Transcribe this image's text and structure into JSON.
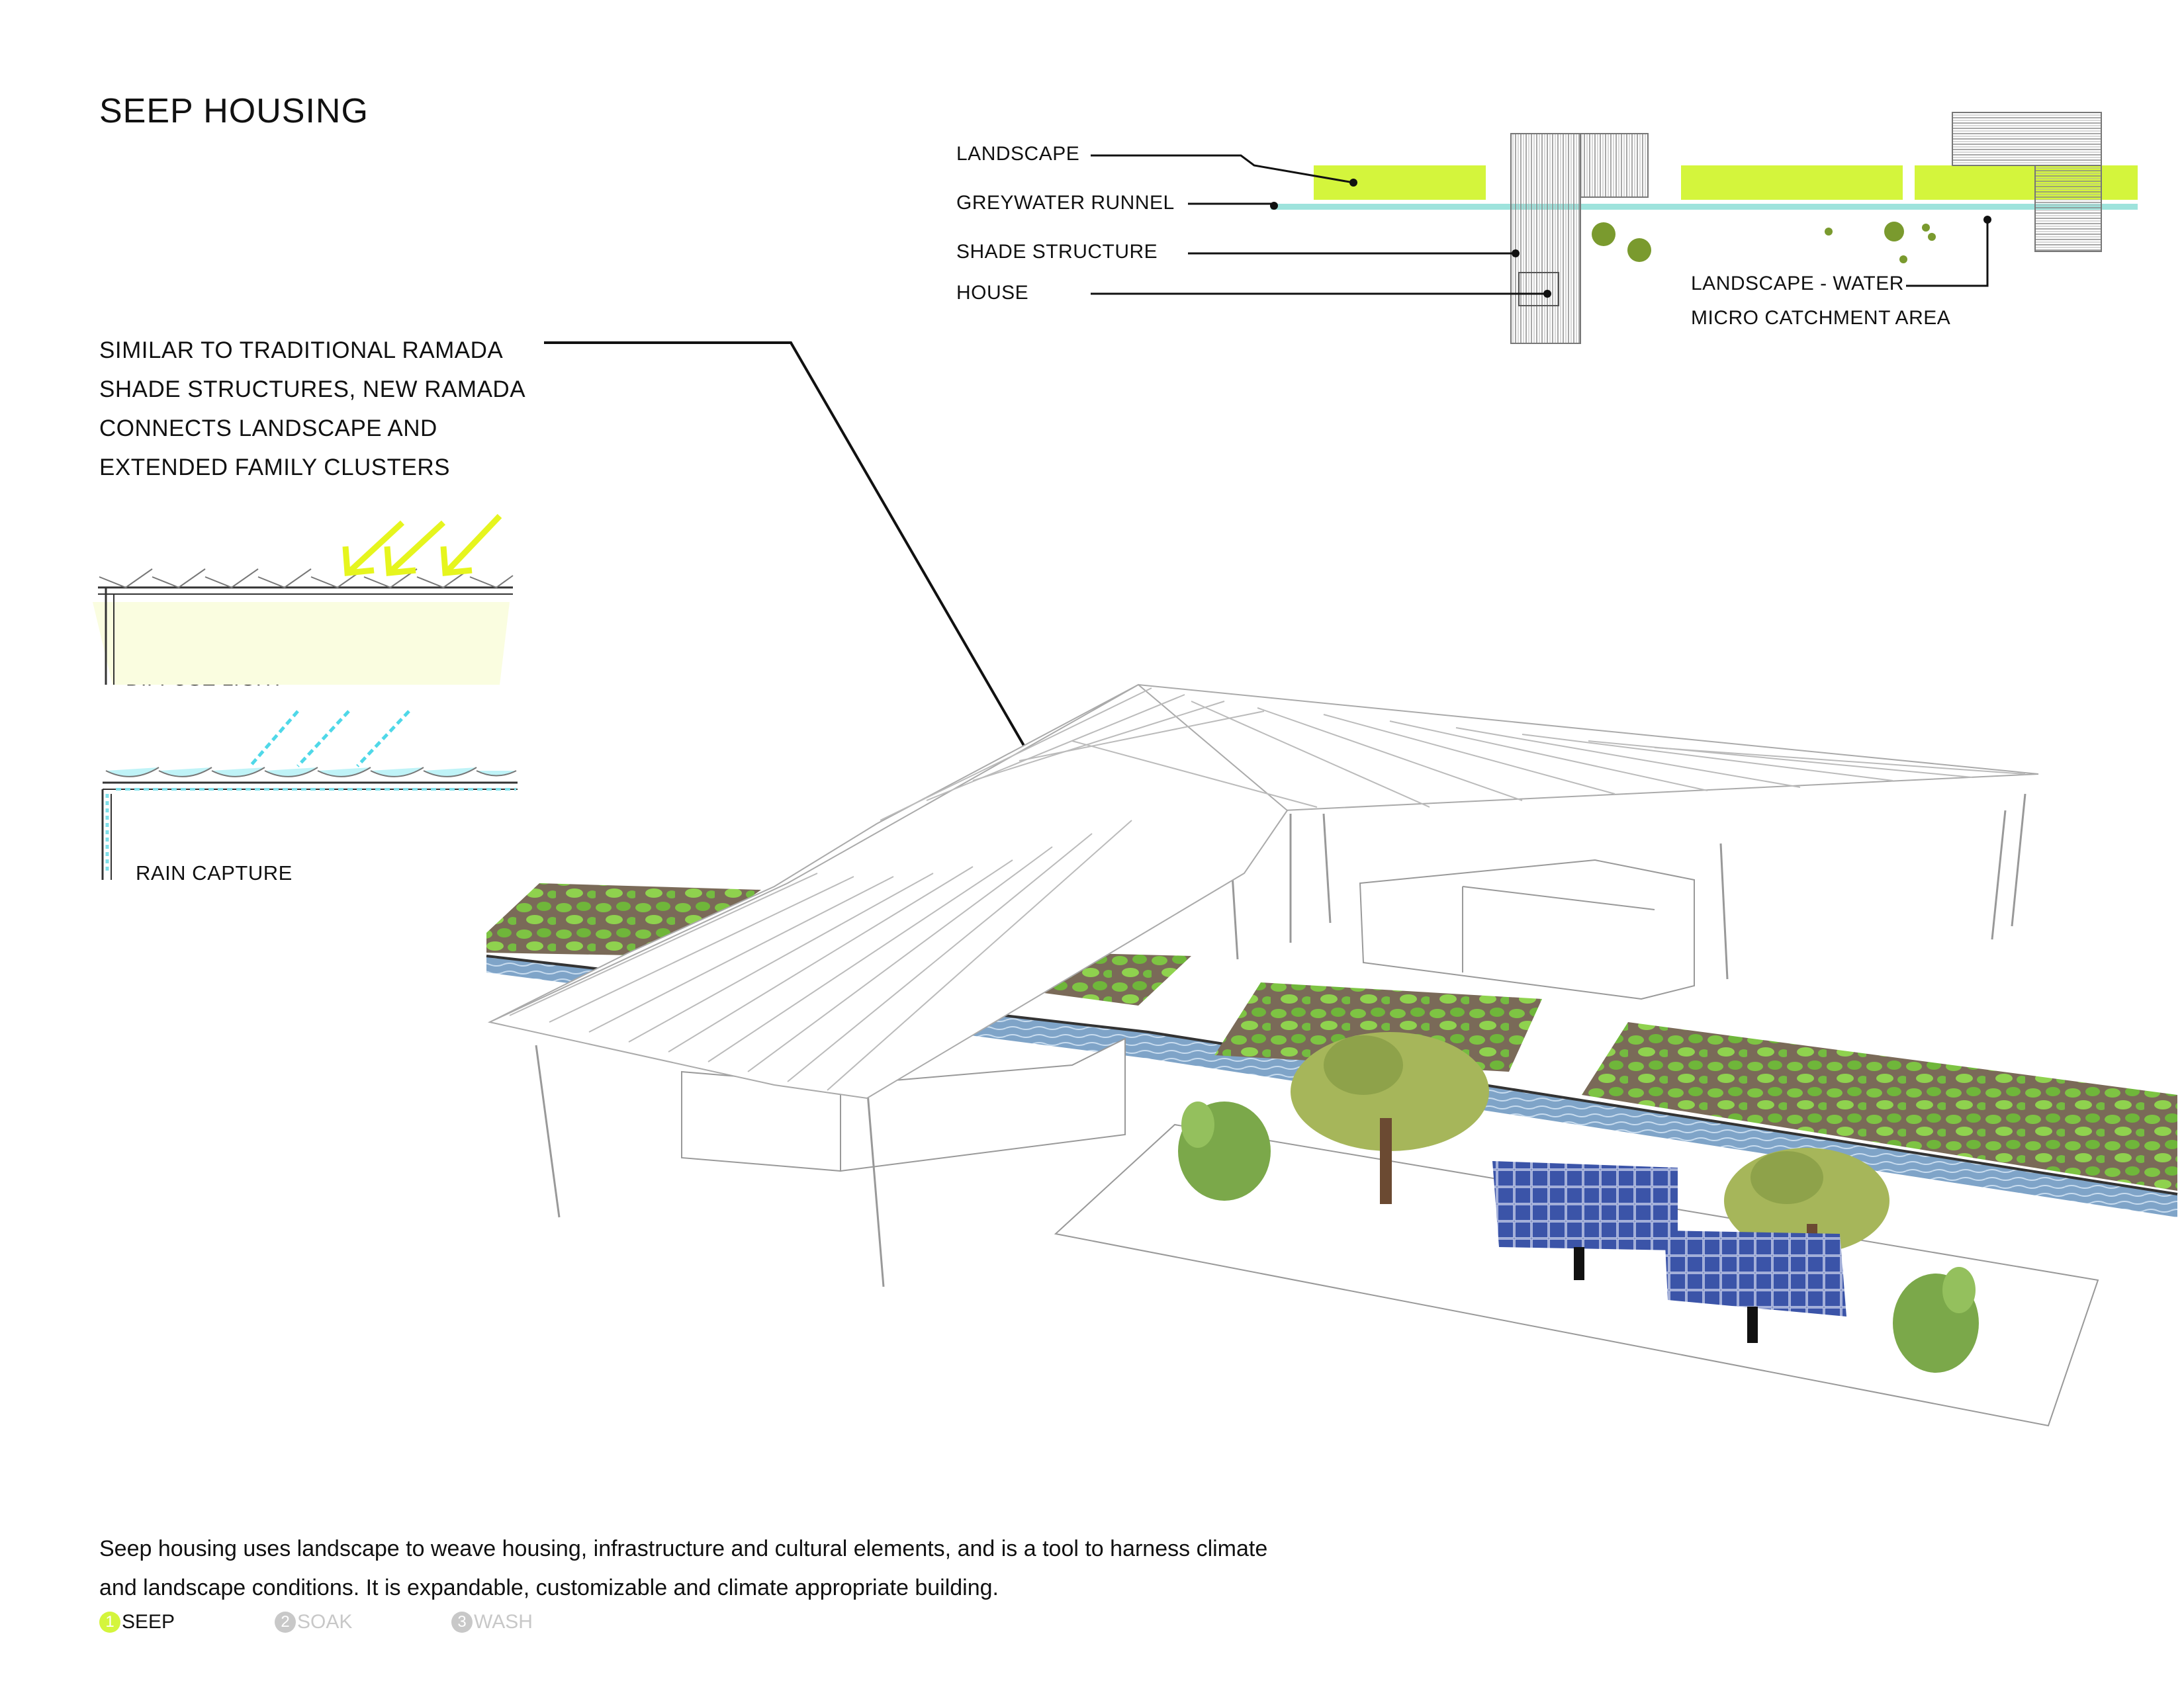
{
  "title": "SEEP HOUSING",
  "callout": {
    "lines": [
      "SIMILAR TO TRADITIONAL RAMADA",
      "SHADE STRUCTURES, NEW RAMADA",
      "CONNECTS LANDSCAPE AND",
      "EXTENDED FAMILY CLUSTERS"
    ]
  },
  "legend": {
    "landscape": "LANDSCAPE",
    "greywater_runnel": "GREYWATER RUNNEL",
    "shade_structure": "SHADE STRUCTURE",
    "house": "HOUSE",
    "catchment_line1": "LANDSCAPE - WATER",
    "catchment_line2": "MICRO CATCHMENT AREA"
  },
  "details": {
    "diffuse_light": "DIFFUSE LIGHT",
    "rain_capture": "RAIN CAPTURE"
  },
  "description": {
    "line1": "Seep housing uses landscape to weave housing, infrastructure and cultural elements, and is a tool to harness climate",
    "line2": "and landscape conditions. It is expandable, customizable and climate appropriate building."
  },
  "tabs": [
    {
      "number": "1",
      "label": "SEEP",
      "active": true
    },
    {
      "number": "2",
      "label": "SOAK",
      "active": false
    },
    {
      "number": "3",
      "label": "WASH",
      "active": false
    }
  ],
  "colors": {
    "landscape_green": "#d4f53c",
    "runnel_cyan": "#9ee3dc",
    "tree_green": "#7a9a2e",
    "inactive_tab": "#c8c8c8",
    "rain_arrow": "#4fd8e8",
    "sun_arrow": "#e6f51e"
  }
}
